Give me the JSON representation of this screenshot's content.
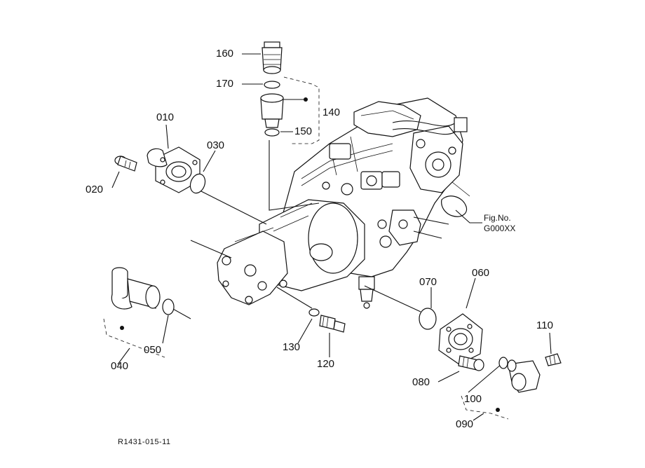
{
  "labels": {
    "p010": "010",
    "p020": "020",
    "p030": "030",
    "p040": "040",
    "p050": "050",
    "p060": "060",
    "p070": "070",
    "p080": "080",
    "p090": "090",
    "p100": "100",
    "p110": "110",
    "p120": "120",
    "p130": "130",
    "p140": "140",
    "p150": "150",
    "p160": "160",
    "p170": "170"
  },
  "reference": {
    "fig_line1": "Fig.No.",
    "fig_line2": "G000XX"
  },
  "drawing_code": "R1431-015-11"
}
